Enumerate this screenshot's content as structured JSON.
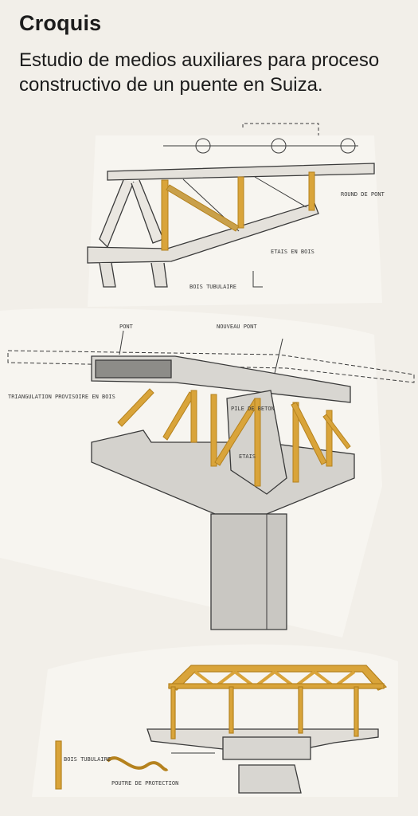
{
  "header": {
    "title": "Croquis",
    "caption": "Estudio de medios auxiliares para proceso constructivo de un puente en Suiza."
  },
  "colors": {
    "background": "#f2efe9",
    "paper": "#f7f5f0",
    "timber": "#d9a43a",
    "concrete": "#d4d2cd",
    "ink": "#3a3a3a"
  },
  "sketch_notes": {
    "top_right": "ROUND DE PONT",
    "top_center": "ETAIS EN BOIS",
    "top_bottom": "BOIS TUBULAIRE",
    "mid_left": "TRIANGULATION PROVISOIRE EN BOIS",
    "mid_center": "PILE DE BETON",
    "mid_right": "ETAIS",
    "mid_top": "PONT",
    "mid_top_right": "NOUVEAU PONT",
    "bottom_left": "BOIS TUBULAIRE",
    "bottom_center": "POUTRE DE PROTECTION"
  }
}
